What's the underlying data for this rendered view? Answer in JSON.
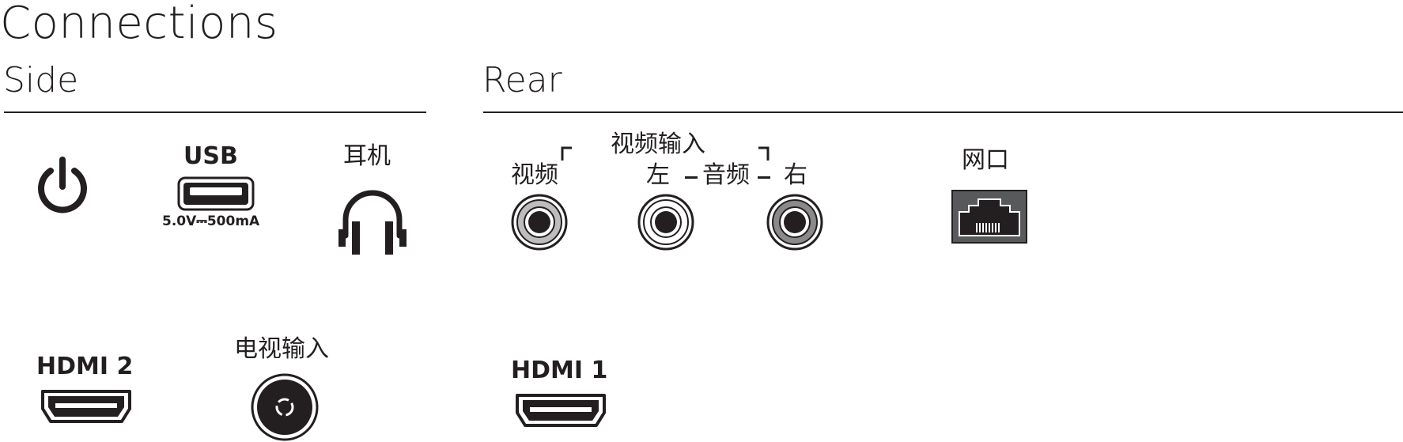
{
  "title": "Connections",
  "sections": {
    "side": {
      "label": "Side",
      "ports": {
        "power": {
          "icon": "power-icon"
        },
        "usb": {
          "label": "USB",
          "rating": "5.0V⎓500mA",
          "icon": "usb-port-icon"
        },
        "headphone": {
          "label": "耳机",
          "icon": "headphone-icon"
        },
        "hdmi2": {
          "label": "HDMI 2",
          "icon": "hdmi-port-icon"
        },
        "antenna": {
          "label": "电视输入",
          "icon": "antenna-port-icon"
        }
      }
    },
    "rear": {
      "label": "Rear",
      "ports": {
        "av_group": {
          "header": "视频输入",
          "video": "视频",
          "audio_left": "左",
          "audio_label": "音频",
          "audio_right": "右"
        },
        "lan": {
          "label": "网口",
          "icon": "ethernet-port-icon"
        },
        "hdmi1": {
          "label": "HDMI 1",
          "icon": "hdmi-port-icon"
        }
      }
    }
  },
  "colors": {
    "ink": "#231f20",
    "port_fill": "#ffffff",
    "audio_right_ring": "#8a8a8a",
    "video_ring": "#bdbdbd",
    "lan_body": "#58595b"
  }
}
